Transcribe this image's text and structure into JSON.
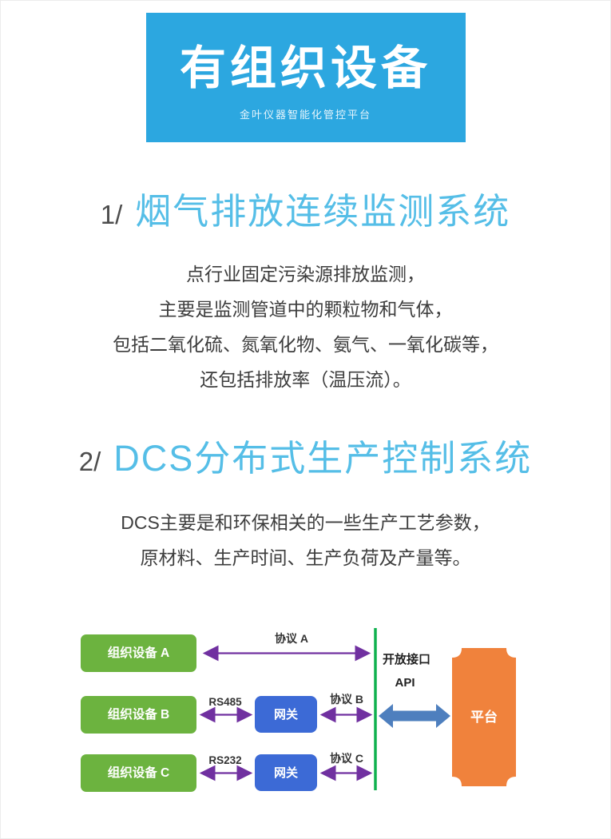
{
  "header": {
    "title": "有组织设备",
    "subtitle": "金叶仪器智能化管控平台"
  },
  "sections": [
    {
      "number": "1/",
      "title": "烟气排放连续监测系统",
      "body_lines": [
        "点行业固定污染源排放监测，",
        "主要是监测管道中的颗粒物和气体，",
        "包括二氧化硫、氮氧化物、氨气、一氧化碳等，",
        "还包括排放率（温压流）。"
      ]
    },
    {
      "number": "2/",
      "title": "DCS分布式生产控制系统",
      "body_lines": [
        "DCS主要是和环保相关的一些生产工艺参数，",
        "原材料、生产时间、生产负荷及产量等。"
      ]
    }
  ],
  "diagram": {
    "devices": [
      "组织设备 A",
      "组织设备 B",
      "组织设备 C"
    ],
    "gateways": [
      "网关",
      "网关"
    ],
    "protocols": [
      "协议 A",
      "协议 B",
      "协议 C"
    ],
    "serial_labels": [
      "RS485",
      "RS232"
    ],
    "interface_label": "开放接口",
    "api_label": "API",
    "platform_label": "平台",
    "colors": {
      "banner_blue": "#2CA7E0",
      "heading_blue": "#55BEE7",
      "device_green": "#6CB33F",
      "gateway_blue": "#3C6AD6",
      "arrow_purple": "#7030A0",
      "bus_line_green": "#0FB14E",
      "big_arrow_blue": "#4E7FBE",
      "platform_orange": "#F0823C"
    }
  }
}
